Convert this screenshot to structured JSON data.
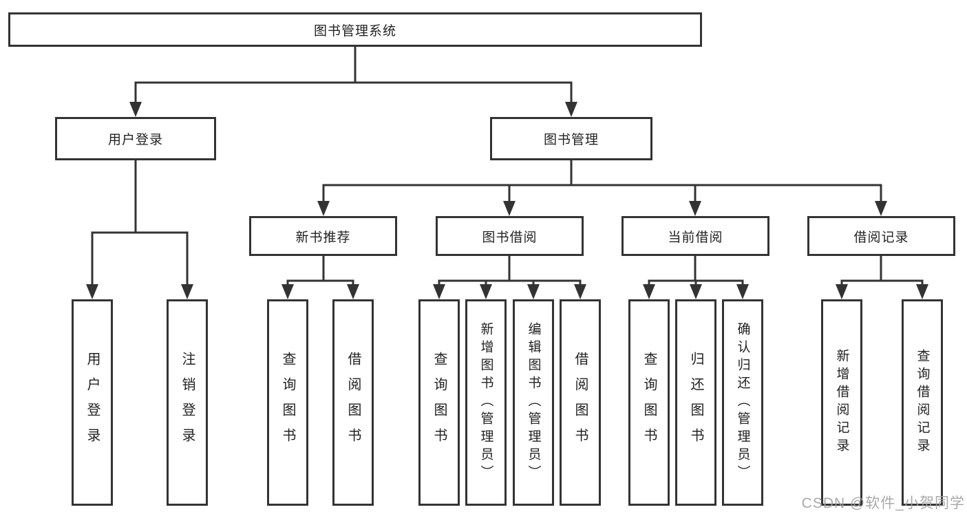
{
  "tree": {
    "label": "图书管理系统",
    "children": [
      {
        "label": "用户登录",
        "children": [
          {
            "label": "用户登录"
          },
          {
            "label": "注销登录"
          }
        ]
      },
      {
        "label": "图书管理",
        "children": [
          {
            "label": "新书推荐",
            "children": [
              {
                "label": "查询图书"
              },
              {
                "label": "借阅图书"
              }
            ]
          },
          {
            "label": "图书借阅",
            "children": [
              {
                "label": "查询图书"
              },
              {
                "label": "新增图书（管理员）"
              },
              {
                "label": "编辑图书（管理员）"
              },
              {
                "label": "借阅图书"
              }
            ]
          },
          {
            "label": "当前借阅",
            "children": [
              {
                "label": "查询图书"
              },
              {
                "label": "归还图书"
              },
              {
                "label": "确认归还（管理员）"
              }
            ]
          },
          {
            "label": "借阅记录",
            "children": [
              {
                "label": "新增借阅记录"
              },
              {
                "label": "查询借阅记录"
              }
            ]
          }
        ]
      }
    ]
  },
  "watermark": {
    "text": "CSDN @软件_小贺同学",
    "color": "#a2a2a2"
  },
  "colors": {
    "line": "#333333",
    "box_border": "#333333",
    "box_background": "#ffffff",
    "text": "#222222",
    "page_background": "#ffffff"
  }
}
